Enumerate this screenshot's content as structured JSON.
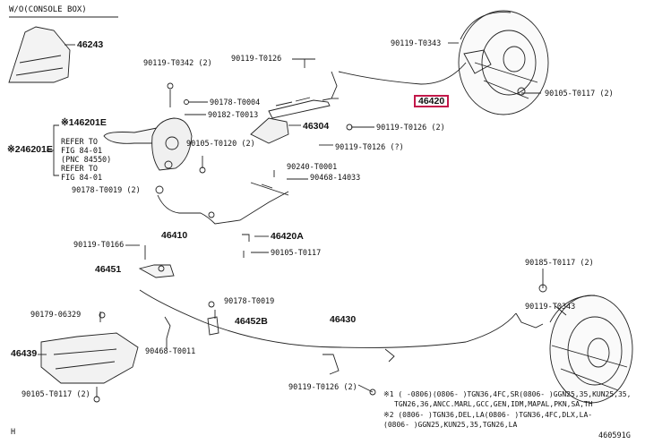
{
  "header": {
    "title": "W/O(CONSOLE BOX)"
  },
  "labels": {
    "p46243": "46243",
    "p90119_t0342": "90119-T0342 (2)",
    "p90119_t0126_top": "90119-T0126",
    "p90119_t0343_top": "90119-T0343",
    "p46420_hl": "46420",
    "p90105_t0117_r": "90105-T0117 (2)",
    "p90178_t0004": "90178-T0004",
    "p90182_t0013": "90182-T0013",
    "p46201e_1": "※146201E",
    "p46201e_2": "※246201E",
    "p90105_t0120": "90105-T0120 (2)",
    "p46304": "46304",
    "p90119_t0126_2": "90119-T0126 (2)",
    "p90119_t0126_q": "90119-T0126 (?)",
    "p90240_t0001": "90240-T0001",
    "p90468_14033": "90468-14033",
    "p90178_t0019": "90178-T0019 (2)",
    "p46410": "46410",
    "p46420a": "46420A",
    "p90119_t0166": "90119-T0166",
    "p90105_t0117_m": "90105-T0117",
    "p46451": "46451",
    "p90185_t0117": "90185-T0117 (2)",
    "p90178_t0019_b": "90178-T0019",
    "p90179_06329": "90179-06329",
    "p46452b": "46452B",
    "p46430": "46430",
    "p90119_t0343_b": "90119-T0343",
    "p46439": "46439",
    "p90468_t0011": "90468-T0011",
    "p90105_t0117_b": "90105-T0117 (2)",
    "p90119_t0126_b": "90119-T0126 (2)",
    "refer1a": "REFER TO",
    "refer1b": "FIG 84-01",
    "refer1c": "(PNC 84550)",
    "refer2a": "REFER TO",
    "refer2b": "FIG 84-01"
  },
  "notes": {
    "n1": "※1 (    -0806)(0806-      )TGN36,4FC,SR(0806-     )GGN25,35,KUN25,35,",
    "n2": "TGN26,36,ANCC.MARL,GCC,GEN,IDM,MAPAL,PKN,SA,TH",
    "n3": "※2 (0806-     )TGN36,DEL,LA(0806-    )TGN36,4FC,DLX,LA-",
    "n4": "    (0806-     )GGN25,KUN25,35,TGN26,LA"
  },
  "footer": {
    "left": "H",
    "right": "460591G"
  }
}
